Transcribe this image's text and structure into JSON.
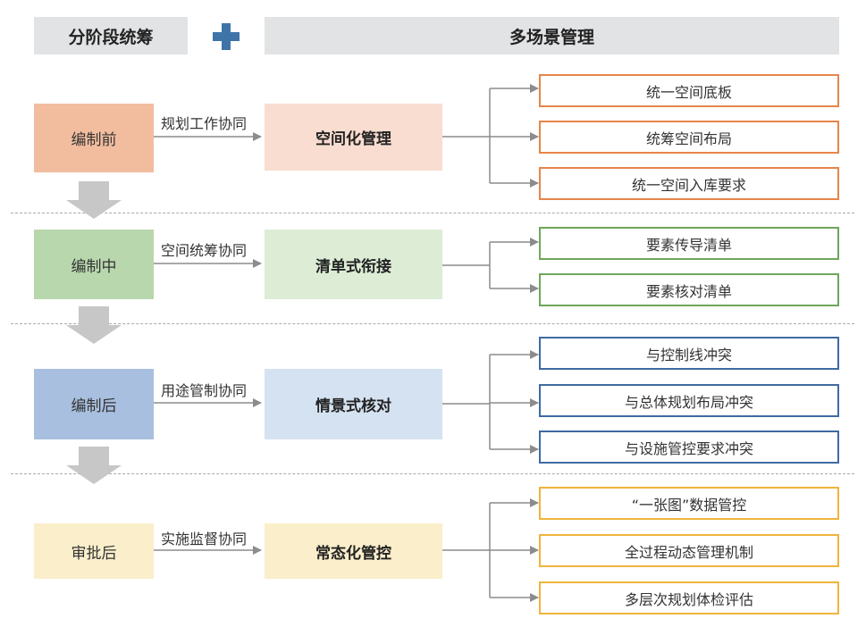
{
  "header": {
    "left_title": "分阶段统筹",
    "right_title": "多场景管理"
  },
  "colors": {
    "header_bg": "#e2e3e4",
    "plus": "#3f74a8",
    "arrow_gray": "#c7c7c8",
    "line_gray": "#8c8c8c",
    "dash": "#a9a9a9",
    "row1_stage": "#f2bd9f",
    "row1_mid": "#f9ddd0",
    "row1_border": "#e6854a",
    "row2_stage": "#b8d7ad",
    "row2_mid": "#dcecd5",
    "row2_border": "#6fa65a",
    "row3_stage": "#a8bfdf",
    "row3_mid": "#d5e2f1",
    "row3_border": "#3e6aa3",
    "row4_stage": "#fbeecb",
    "row4_mid": "#fbeecb",
    "row4_border": "#f0b43c"
  },
  "rows": [
    {
      "stage": "编制前",
      "flow_label": "规划工作协同",
      "management": "空间化管理",
      "outputs": [
        "统一空间底板",
        "统筹空间布局",
        "统一空间入库要求"
      ]
    },
    {
      "stage": "编制中",
      "flow_label": "空间统筹协同",
      "management": "清单式衔接",
      "outputs": [
        "要素传导清单",
        "要素核对清单"
      ]
    },
    {
      "stage": "编制后",
      "flow_label": "用途管制协同",
      "management": "情景式核对",
      "outputs": [
        "与控制线冲突",
        "与总体规划布局冲突",
        "与设施管控要求冲突"
      ]
    },
    {
      "stage": "审批后",
      "flow_label": "实施监督协同",
      "management": "常态化管控",
      "outputs": [
        "“一张图”数据管控",
        "全过程动态管理机制",
        "多层次规划体检评估"
      ]
    }
  ]
}
